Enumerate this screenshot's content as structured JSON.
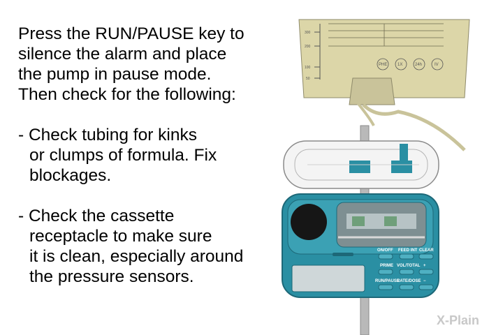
{
  "instructions": {
    "intro": [
      "Press the RUN/PAUSE key to",
      "silence the alarm and place",
      "the pump in pause mode.",
      "Then check for the following:"
    ],
    "check1": [
      "- Check tubing for kinks",
      "or clumps of formula. Fix",
      "blockages."
    ],
    "check2": [
      "- Check the cassette",
      "receptacle to make sure",
      "it is clean, especially around",
      "the pressure sensors."
    ]
  },
  "bag": {
    "ticks": [
      "300",
      "200",
      "100",
      "50"
    ],
    "symbols": [
      "PHE",
      "1X",
      "24h",
      "IV"
    ]
  },
  "pump": {
    "button_labels": [
      "ON/OFF",
      "FEED INT",
      "CLEAR",
      "PRIME",
      "VOL/TOTAL",
      "+",
      "RUN/PAUSE",
      "RATE/DOSE",
      "−"
    ]
  },
  "brand": {
    "logo_text": "X-Plain"
  },
  "colors": {
    "pump_body": "#2a8fa3",
    "bag": "#dcd6a8"
  }
}
